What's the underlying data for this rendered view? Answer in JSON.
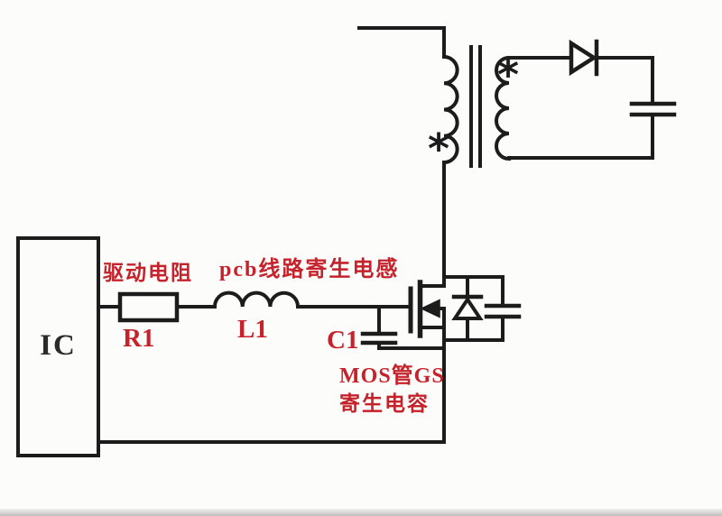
{
  "diagram_type": "circuit-schematic",
  "labels": {
    "ic": "IC",
    "drive_resistor_annotation": "驱动电阻",
    "resistor_ref": "R1",
    "pcb_inductance_annotation": "pcb线路寄生电感",
    "inductor_ref": "L1",
    "capacitor_ref": "C1",
    "mos_gs_annotation_line1": "MOS管GS",
    "mos_gs_annotation_line2": "寄生电容"
  },
  "transformer": {
    "primary_polarity_mark": "*",
    "secondary_polarity_mark": "*"
  },
  "colors": {
    "wire": "#1c1c1c",
    "annotation_red": "#c5222b",
    "ic_text": "#2b2b2b",
    "background": "#fcfcfa"
  }
}
